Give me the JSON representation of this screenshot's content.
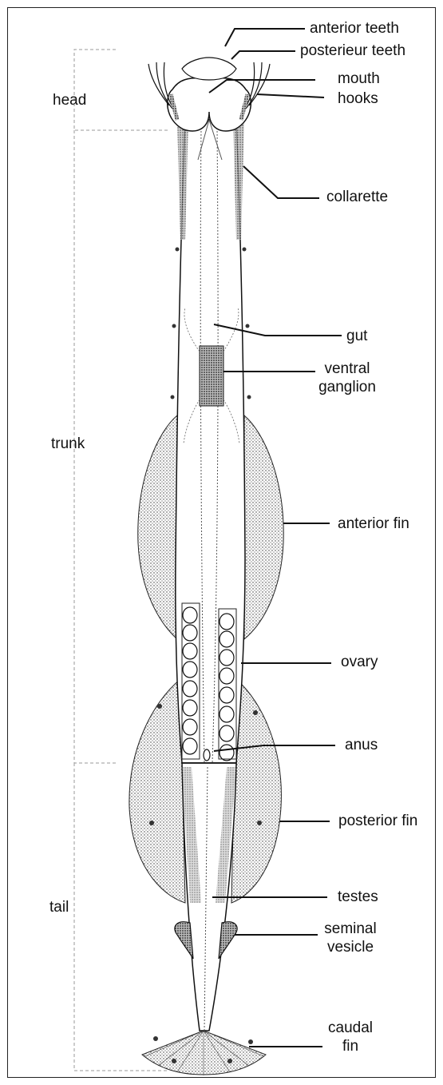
{
  "regions": {
    "head": "head",
    "trunk": "trunk",
    "tail": "tail"
  },
  "labels": {
    "anterior_teeth": "anterior teeth",
    "posterieur_teeth": "posterieur teeth",
    "mouth": "mouth",
    "hooks": "hooks",
    "collarette": "collarette",
    "gut": "gut",
    "ventral_ganglion_1": "ventral",
    "ventral_ganglion_2": "ganglion",
    "anterior_fin": "anterior fin",
    "ovary": "ovary",
    "anus": "anus",
    "posterior_fin": "posterior fin",
    "testes": "testes",
    "seminal_vesicle_1": "seminal",
    "seminal_vesicle_2": "vesicle",
    "caudal_fin_1": "caudal",
    "caudal_fin_2": "fin"
  },
  "colors": {
    "line": "#111111",
    "bracket": "#888888",
    "stipple": "#444444"
  }
}
